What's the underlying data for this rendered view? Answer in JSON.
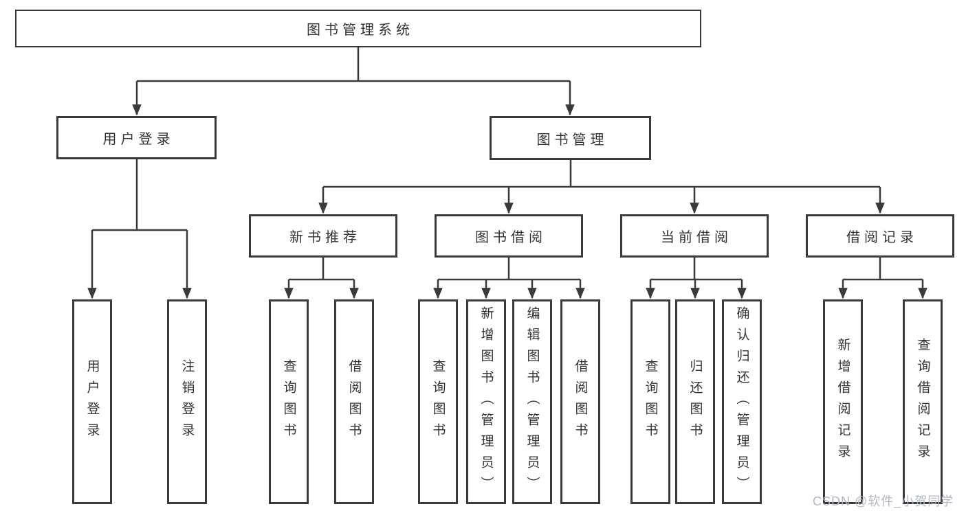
{
  "colors": {
    "line": "#3a3a3a",
    "box-border": "#3a3a3a",
    "text": "#333333",
    "background": "#ffffff",
    "watermark": "#b3b7c2"
  },
  "watermark": {
    "text": "CSDN @软件_小贺同学"
  },
  "tree": {
    "label": "图书管理系统",
    "children": [
      {
        "label": "用户登录",
        "children": [
          {
            "label": "用户登录"
          },
          {
            "label": "注销登录"
          }
        ]
      },
      {
        "label": "图书管理",
        "children": [
          {
            "label": "新书推荐",
            "children": [
              {
                "label": "查询图书"
              },
              {
                "label": "借阅图书"
              }
            ]
          },
          {
            "label": "图书借阅",
            "children": [
              {
                "label": "查询图书"
              },
              {
                "label": "新增图书（管理员）"
              },
              {
                "label": "编辑图书（管理员）"
              },
              {
                "label": "借阅图书"
              }
            ]
          },
          {
            "label": "当前借阅",
            "children": [
              {
                "label": "查询图书"
              },
              {
                "label": "归还图书"
              },
              {
                "label": "确认归还（管理员）"
              }
            ]
          },
          {
            "label": "借阅记录",
            "children": [
              {
                "label": "新增借阅记录"
              },
              {
                "label": "查询借阅记录"
              }
            ]
          }
        ]
      }
    ]
  }
}
